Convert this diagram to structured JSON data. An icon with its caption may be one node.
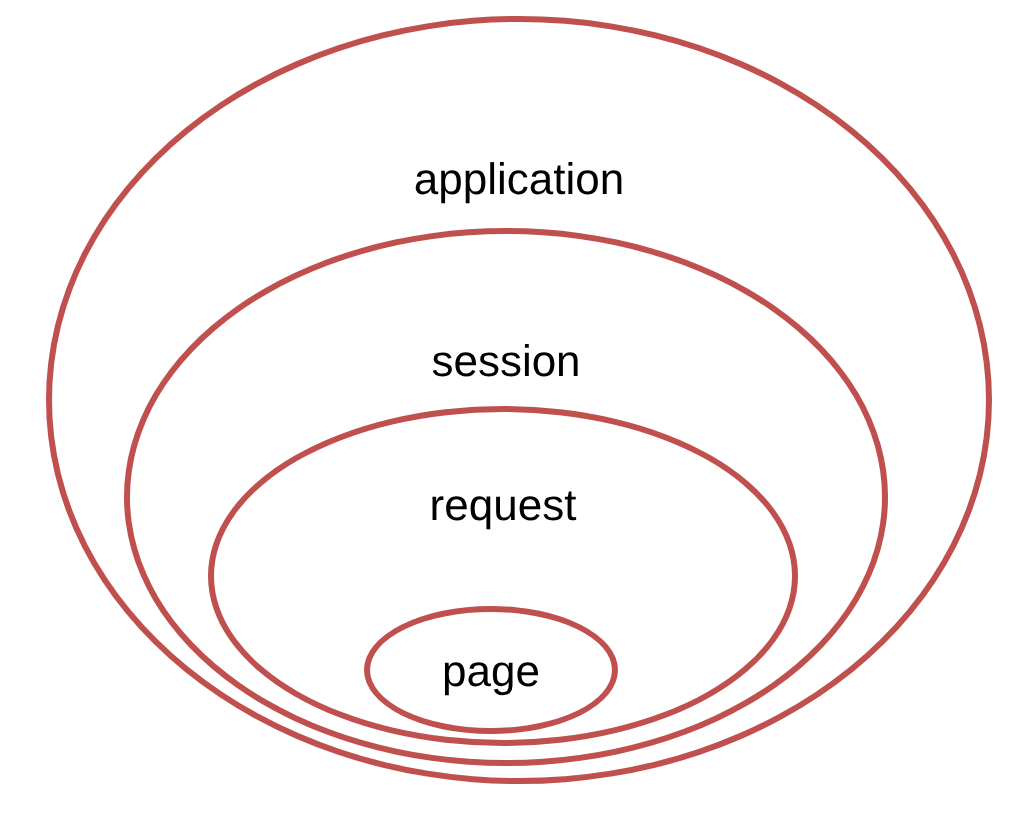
{
  "diagram": {
    "nodes": [
      {
        "text": [
          "application"
        ]
      },
      {
        "text": [
          "session"
        ],
        "in": 0
      },
      {
        "text": [
          "request"
        ],
        "in": 1
      },
      {
        "text": [
          "page"
        ],
        "in": 2
      }
    ]
  }
}
